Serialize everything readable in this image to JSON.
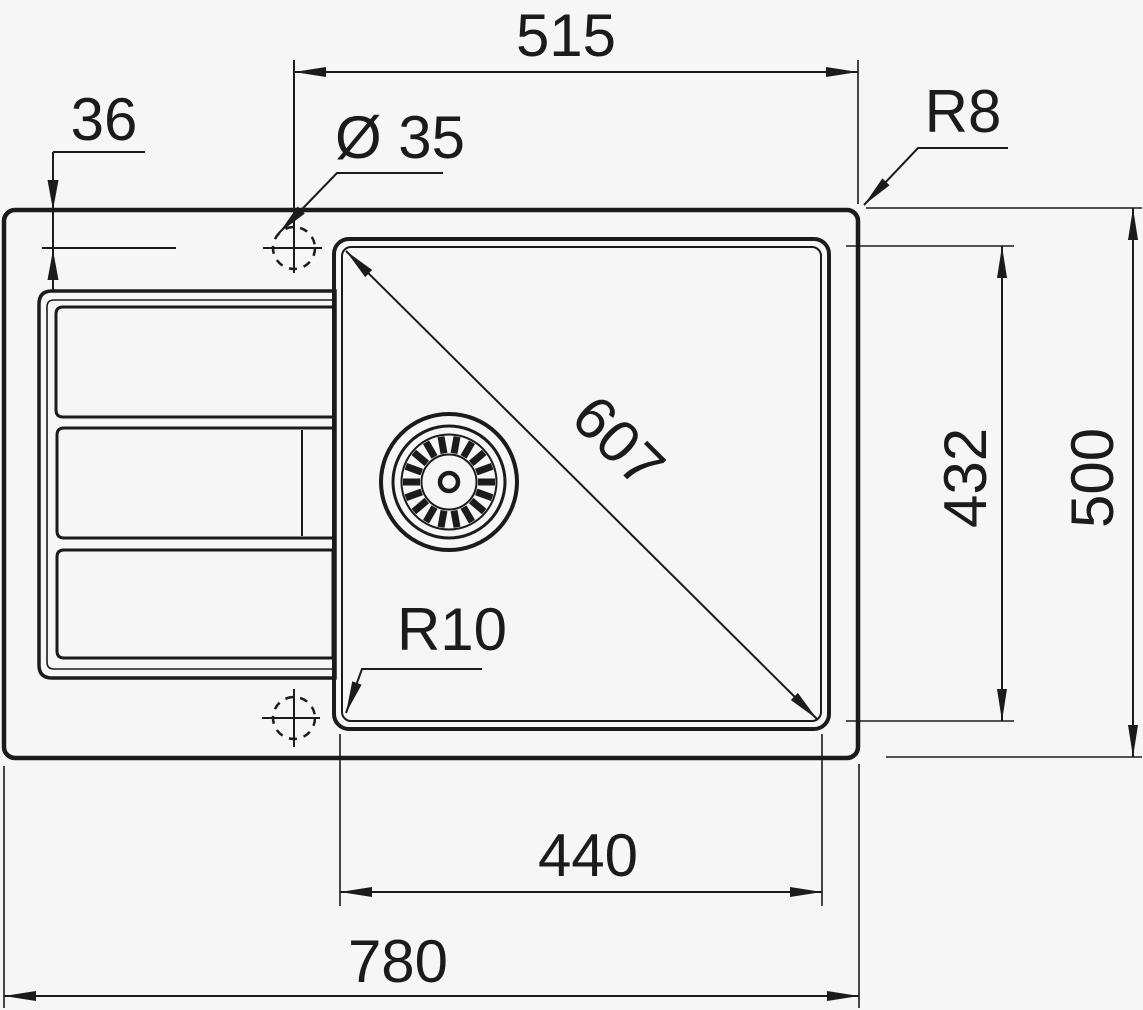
{
  "colors": {
    "line": "#1b1b1b",
    "background": "#f6f6f6"
  },
  "dims": {
    "top_width": {
      "label": "515"
    },
    "tap_offset": {
      "label": "36"
    },
    "tap_diameter": {
      "label": "Ø 35"
    },
    "outer_corner_radius": {
      "label": "R8"
    },
    "bowl_diagonal": {
      "label": "607"
    },
    "bowl_depth": {
      "label": "432"
    },
    "overall_depth": {
      "label": "500"
    },
    "bowl_corner_radius": {
      "label": "R10"
    },
    "bowl_width": {
      "label": "440"
    },
    "overall_width": {
      "label": "780"
    }
  }
}
